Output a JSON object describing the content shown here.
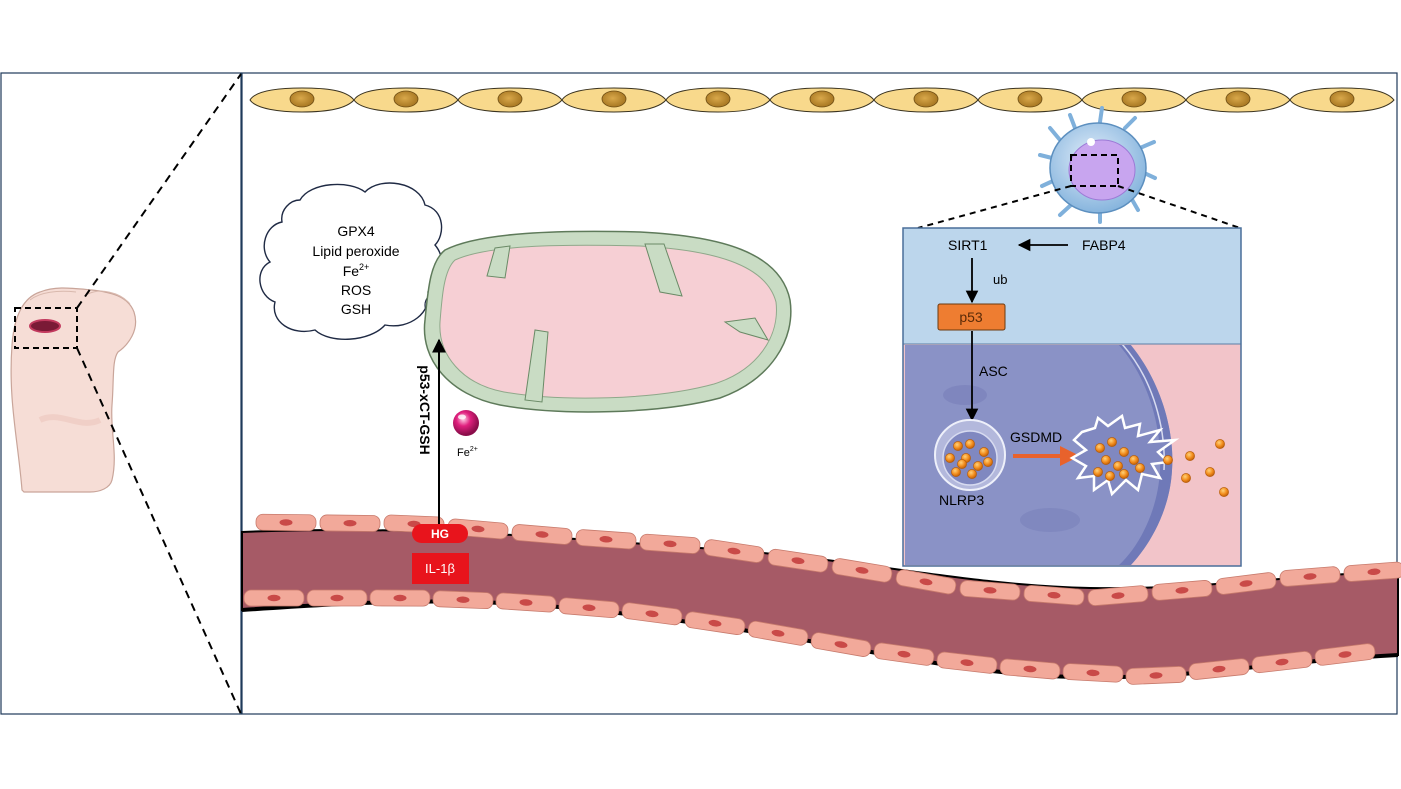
{
  "cloud": {
    "line1": "GPX4",
    "line2": "Lipid peroxide",
    "line3_base": "Fe",
    "line3_sup": "2+",
    "line4": "ROS",
    "line5": "GSH"
  },
  "iron_label": {
    "base": "Fe",
    "sup": "2+"
  },
  "pathway_label": "p53-xCT-GSH",
  "hg_label": "HG",
  "il1b_label": "IL-1β",
  "inset": {
    "sirt1": "SIRT1",
    "fabp4": "FABP4",
    "ub": "ub",
    "p53": "p53",
    "asc": "ASC",
    "gsdmd": "GSDMD",
    "nlrp3": "NLRP3"
  },
  "colors": {
    "vessel": "#a65a66",
    "endothelial": "#f2a99a",
    "epithelial": "#f8d98c",
    "mitochondria_fill": "#f6cfd4",
    "mitochondria_edge": "#c9dcc4",
    "inset_top": "#bcd6ec",
    "inset_cell": "#8a92c6",
    "inset_out": "#f2c4c9",
    "p53_box": "#ee7d31",
    "hg_red": "#e8141c",
    "gsdmd_arrow": "#e8622c",
    "particle": "#f59a23"
  }
}
